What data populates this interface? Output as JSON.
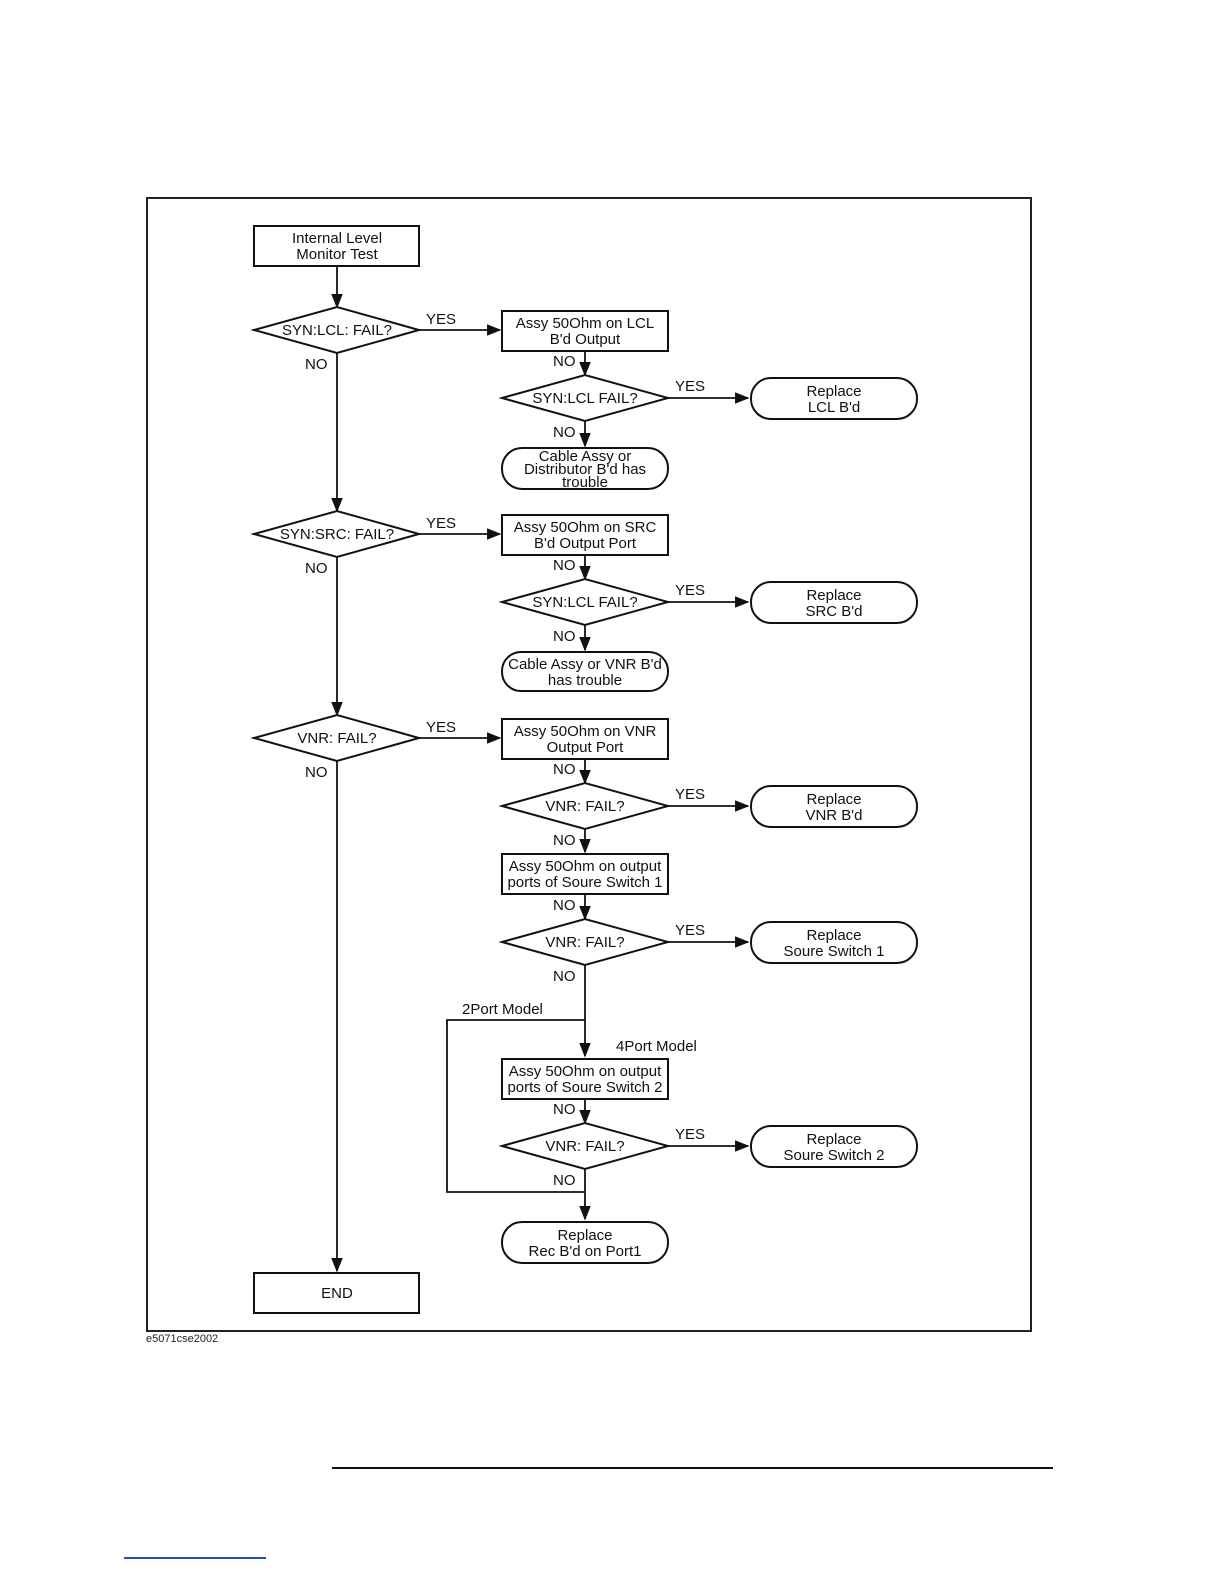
{
  "diagram": {
    "nodes": {
      "start": "Internal Level\nMonitor Test",
      "syn_lcl_fail": "SYN:LCL: FAIL?",
      "assy_lcl": "Assy 50Ohm on LCL\nB'd Output",
      "syn_lcl_fail_2": "SYN:LCL FAIL?",
      "replace_lcl": "Replace\nLCL B'd",
      "cable_distributor": "Cable Assy or\nDistributor B'd has\ntrouble",
      "syn_src_fail": "SYN:SRC: FAIL?",
      "assy_src": "Assy 50Ohm on SRC\nB'd Output Port",
      "syn_lcl_fail_3": "SYN:LCL FAIL?",
      "replace_src": "Replace\nSRC B'd",
      "cable_vnr": "Cable Assy or VNR B'd\nhas trouble",
      "vnr_fail": "VNR: FAIL?",
      "assy_vnr": "Assy 50Ohm on VNR\nOutput Port",
      "vnr_fail_2": "VNR: FAIL?",
      "replace_vnr": "Replace\nVNR B'd",
      "assy_switch1": "Assy 50Ohm on output\nports of Soure Switch 1",
      "vnr_fail_3": "VNR: FAIL?",
      "replace_switch1": "Replace\nSoure Switch 1",
      "assy_switch2": "Assy 50Ohm on output\nports of Soure Switch 2",
      "vnr_fail_4": "VNR: FAIL?",
      "replace_switch2": "Replace\nSoure Switch 2",
      "replace_rec": "Replace\nRec B'd on Port1",
      "end": "END"
    },
    "labels": {
      "yes": "YES",
      "no": "NO",
      "two_port": "2Port Model",
      "four_port": "4Port Model"
    },
    "caption": "e5071cse2002"
  }
}
